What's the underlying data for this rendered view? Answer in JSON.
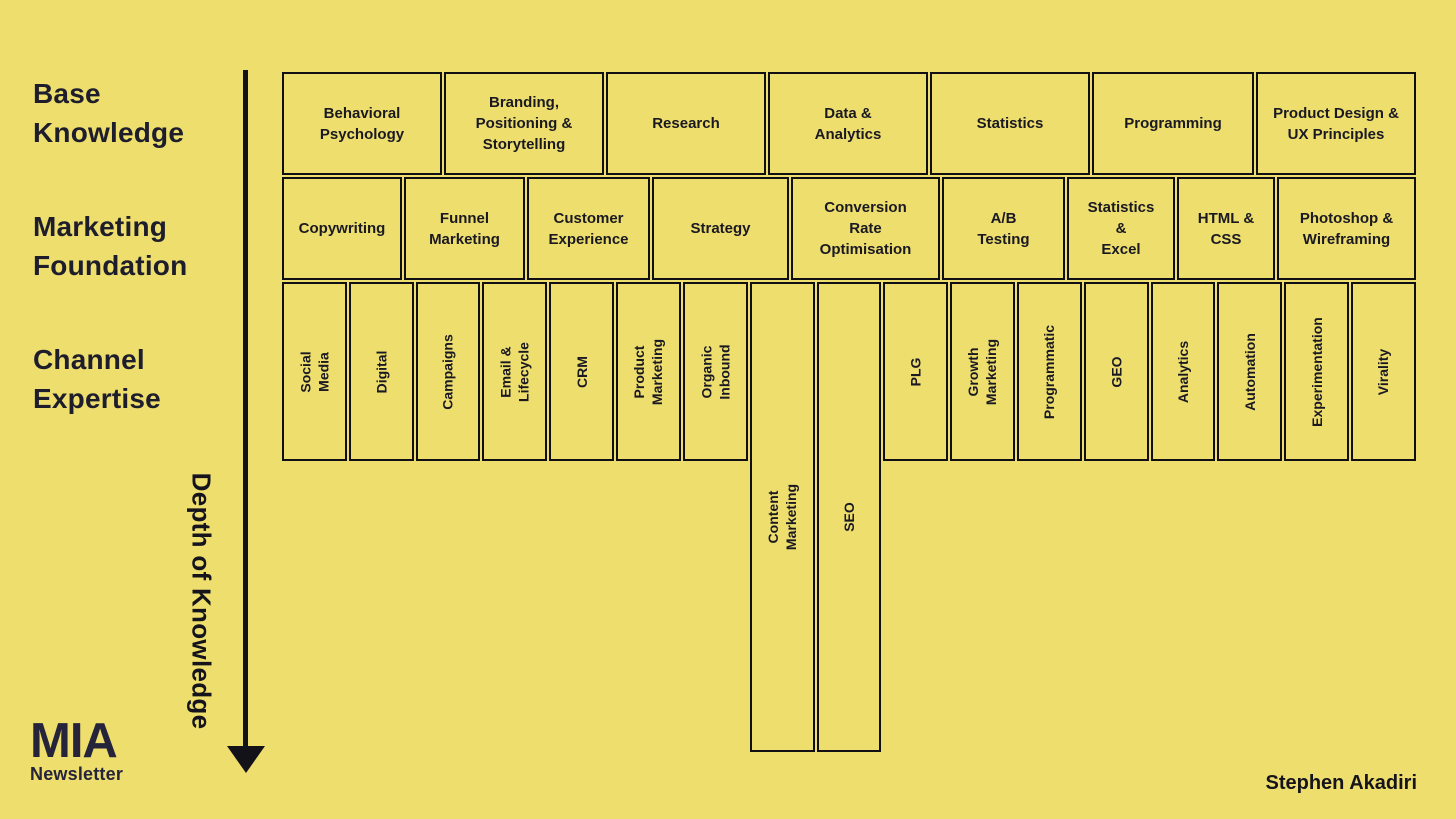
{
  "colors": {
    "background": "#EDDE6E",
    "ink": "#1E1D2B",
    "border": "#101014"
  },
  "left_labels": {
    "base": "Base\nKnowledge",
    "marketing": "Marketing\nFoundation",
    "channel": "Channel\nExpertise"
  },
  "axis": {
    "depth_label": "Depth of Knowledge"
  },
  "grid": {
    "rows": [
      {
        "name": "base-knowledge",
        "cells": [
          {
            "label": "Behavioral\nPsychology"
          },
          {
            "label": "Branding,\nPositioning &\nStorytelling"
          },
          {
            "label": "Research"
          },
          {
            "label": "Data &\nAnalytics"
          },
          {
            "label": "Statistics"
          },
          {
            "label": "Programming"
          },
          {
            "label": "Product Design &\nUX Principles"
          }
        ]
      },
      {
        "name": "marketing-foundation",
        "cells": [
          {
            "label": "Copywriting"
          },
          {
            "label": "Funnel\nMarketing"
          },
          {
            "label": "Customer\nExperience"
          },
          {
            "label": "Strategy"
          },
          {
            "label": "Conversion\nRate\nOptimisation"
          },
          {
            "label": "A/B\nTesting"
          },
          {
            "label": "Statistics\n&\nExcel"
          },
          {
            "label": "HTML &\nCSS"
          },
          {
            "label": "Photoshop &\nWireframing"
          }
        ]
      },
      {
        "name": "channel-expertise",
        "cells": [
          {
            "label": "Social Media"
          },
          {
            "label": "Digital"
          },
          {
            "label": "Campaigns"
          },
          {
            "label": "Email & Lifecycle"
          },
          {
            "label": "CRM"
          },
          {
            "label": "Product\nMarketing"
          },
          {
            "label": "Organic Inbound"
          },
          {
            "label": "Content Marketing",
            "tall": true
          },
          {
            "label": "SEO",
            "tall": true
          },
          {
            "label": "PLG"
          },
          {
            "label": "Growth\nMarketing"
          },
          {
            "label": "Programmatic"
          },
          {
            "label": "GEO"
          },
          {
            "label": "Analytics"
          },
          {
            "label": "Automation"
          },
          {
            "label": "Experimentation"
          },
          {
            "label": "Virality"
          }
        ]
      }
    ]
  },
  "branding": {
    "logo_title": "MIA",
    "logo_subtitle": "Newsletter",
    "author": "Stephen Akadiri"
  }
}
